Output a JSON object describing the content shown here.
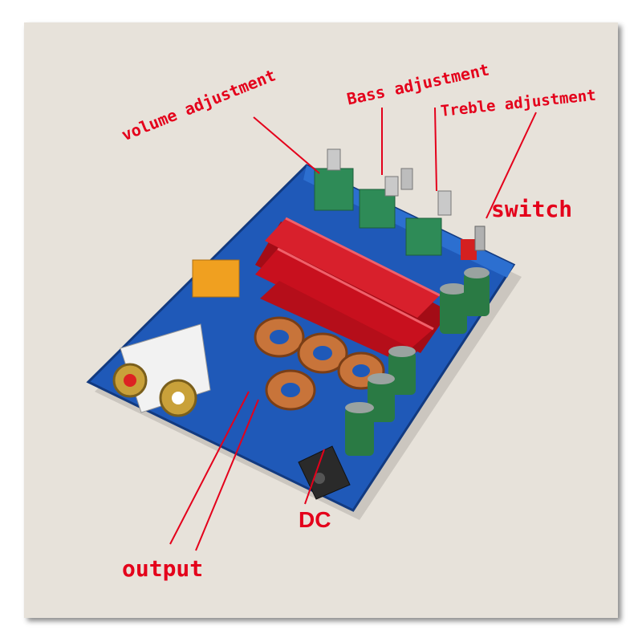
{
  "labels": {
    "volume": "volume adjustment",
    "bass": "Bass adjustment",
    "treble": "Treble adjustment",
    "switch": "switch",
    "dc": "DC",
    "output": "output"
  },
  "colors": {
    "label": "#e4001b",
    "board": "#1f59b8",
    "heatsink": "#c8101e",
    "background": "#e7e2da"
  },
  "icons": {
    "board": "amplifier-board-photo"
  }
}
